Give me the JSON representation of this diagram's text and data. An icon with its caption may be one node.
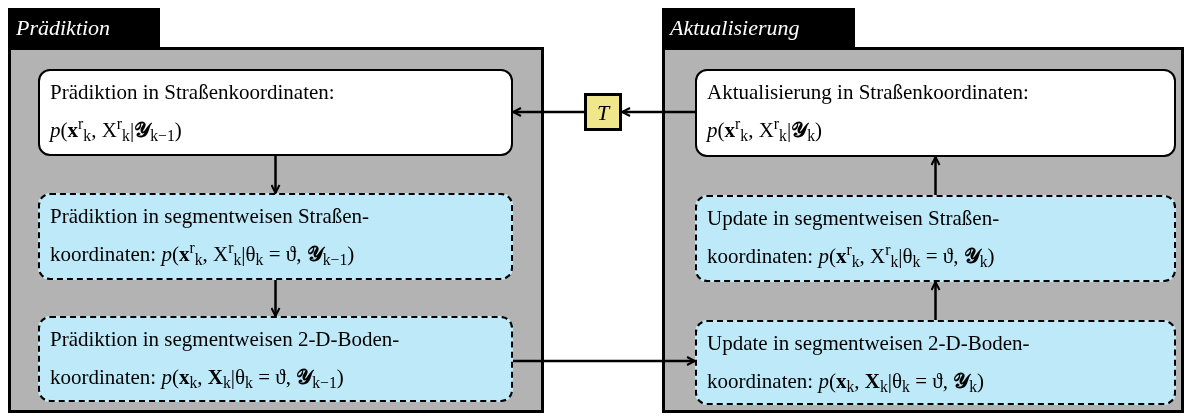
{
  "diagram": {
    "nodes": [
      {
        "text": [
          "Prädiktion"
        ]
      },
      {
        "text": [
          "Prädiktion in Straßenkoordinaten:",
          "*p*(**x**$^{r}$$_{k}$, X$^{r}$$_{k}$|**𝒴**$_{k−1}$)"
        ],
        "in": 0
      },
      {
        "text": [
          "Prädiktion in segmentweisen Straßen- koordinaten: *p*(**x**$^{r}$$_{k}$, X$^{r}$$_{k}$|θ$_{k}$ = ϑ, **𝒴**$_{k−1}$)"
        ],
        "in": 0
      },
      {
        "text": [
          "Prädiktion in segmentweisen 2-D-Boden- koordinaten: *p*(**x**$_{k}$, **X**$_{k}$|θ$_{k}$ = ϑ, **𝒴**$_{k−1}$)"
        ],
        "in": 0
      },
      {
        "text": [
          "*T*"
        ]
      },
      {
        "text": [
          "Aktualisierung"
        ]
      },
      {
        "text": [
          "Aktualisierung in Straßenkoordinaten:",
          "*p*(**x**$^{r}$$_{k}$, X$^{r}$$_{k}$|**𝒴**$_{k}$)"
        ],
        "in": 5
      },
      {
        "text": [
          "Update in segmentweisen Straßen- koordinaten: *p*(**x**$^{r}$$_{k}$, X$^{r}$$_{k}$|θ$_{k}$ = ϑ, **𝒴**$_{k}$)"
        ],
        "in": 5
      },
      {
        "text": [
          "Update in segmentweisen 2-D-Boden- koordinaten: *p*(**x**$_{k}$, **X**$_{k}$|θ$_{k}$ = ϑ, **𝒴**$_{k}$)"
        ],
        "in": 5
      }
    ],
    "edges": [
      {
        "from": 1,
        "to": 2,
        "arrow": "to"
      },
      {
        "from": 2,
        "to": 3,
        "arrow": "to"
      },
      {
        "from": 3,
        "to": 8,
        "arrow": "to"
      },
      {
        "from": 8,
        "to": 7,
        "arrow": "to"
      },
      {
        "from": 7,
        "to": 6,
        "arrow": "to"
      },
      {
        "from": 6,
        "to": 4,
        "arrow": "to"
      },
      {
        "from": 4,
        "to": 1,
        "arrow": "to"
      }
    ]
  }
}
